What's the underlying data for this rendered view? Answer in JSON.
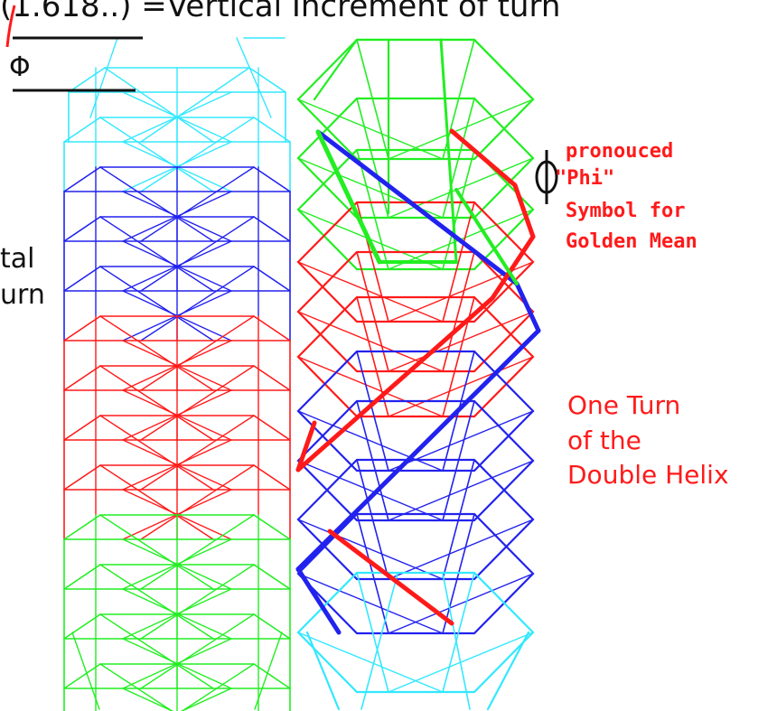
{
  "colors": {
    "cyan": "#33e8ff",
    "blue": "#2222ee",
    "red": "#ff1a1a",
    "green": "#22ee22",
    "black": "#111111"
  },
  "labels": {
    "top_formula": "(1.618..) =Vertical Increment of turn",
    "phi_symbol": "Φ",
    "left_partial_line1": "tal",
    "left_partial_line2": "urn",
    "phi_note_line1": "pronouced",
    "phi_note_line2": "\"Phi\"",
    "phi_note_line3": "Symbol for",
    "phi_note_line4": "Golden Mean",
    "turn_line1": "One Turn",
    "turn_line2": "of the",
    "turn_line3": "Double Helix"
  },
  "figures": [
    {
      "name": "stacked-hexagon-lattice"
    },
    {
      "name": "double-helix-lattice"
    }
  ]
}
